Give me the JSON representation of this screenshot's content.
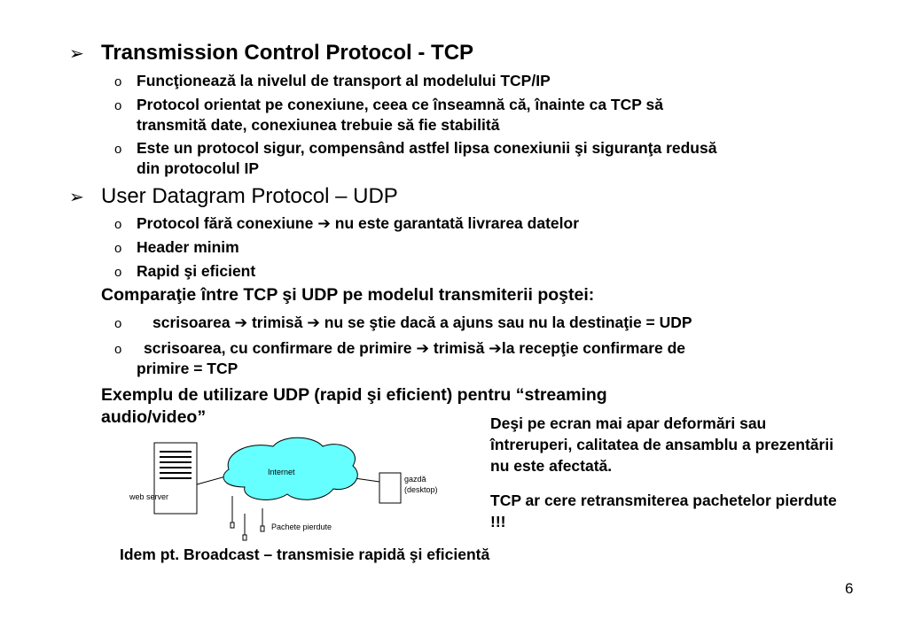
{
  "sections": {
    "tcp": {
      "bullet": "➢",
      "title": "Transmission Control Protocol  - TCP",
      "items": [
        {
          "marker": "o",
          "lines": [
            "Funcţionează la nivelul de transport al modelului TCP/IP"
          ]
        },
        {
          "marker": "o",
          "lines": [
            "Protocol orientat pe conexiune, ceea ce înseamnă că, înainte ca TCP să",
            "transmită date, conexiunea trebuie să fie stabilită"
          ]
        },
        {
          "marker": "o",
          "lines": [
            "Este un protocol sigur, compensând astfel lipsa conexiunii şi siguranţa redusă",
            "din protocolul IP"
          ]
        }
      ]
    },
    "udp": {
      "bullet": "➢",
      "title": "User Datagram Protocol – UDP",
      "items": [
        {
          "marker": "o",
          "before": "Protocol fără conexiune ",
          "arrow": "➔",
          "after": " nu este garantată livrarea datelor"
        },
        {
          "marker": "o",
          "text": "Header minim"
        },
        {
          "marker": "o",
          "text": "Rapid şi eficient"
        }
      ]
    },
    "comparison": {
      "title": "Comparaţie între TCP şi UDP pe modelul transmiterii poştei:",
      "item1": {
        "marker": "o",
        "a": "scrisoarea ",
        "arrow1": "➔",
        "b": " trimisă ",
        "arrow2": "➔",
        "c": " nu se ştie dacă a ajuns sau nu la destinaţie = UDP"
      },
      "item2": {
        "marker": "o",
        "a": "scrisoarea, cu confirmare de primire ",
        "arrow1": "➔",
        "b": " trimisă ",
        "arrow2": "➔",
        "c": "la recepţie confirmare de",
        "line2": "primire = TCP"
      }
    },
    "example": {
      "line1": "Exemplu de utilizare UDP (rapid şi eficient) pentru “streaming",
      "line2": "audio/video”"
    },
    "right_notes": {
      "p1": "Deşi pe ecran mai apar deformări sau întreruperi, calitatea de ansamblu a prezentării nu este afectată.",
      "p2": "TCP ar cere retransmiterea pachetelor pierdute !!!"
    },
    "diagram": {
      "web_server": "web server",
      "internet": "Internet",
      "host_line1": "gazdă",
      "host_line2": "(desktop)",
      "lost_packets": "Pachete pierdute"
    },
    "footer_note": "Idem pt. Broadcast – transmisie rapidă şi eficientă",
    "page_number": "6"
  },
  "colors": {
    "cloud_fill": "#66ffff",
    "text": "#000000"
  }
}
